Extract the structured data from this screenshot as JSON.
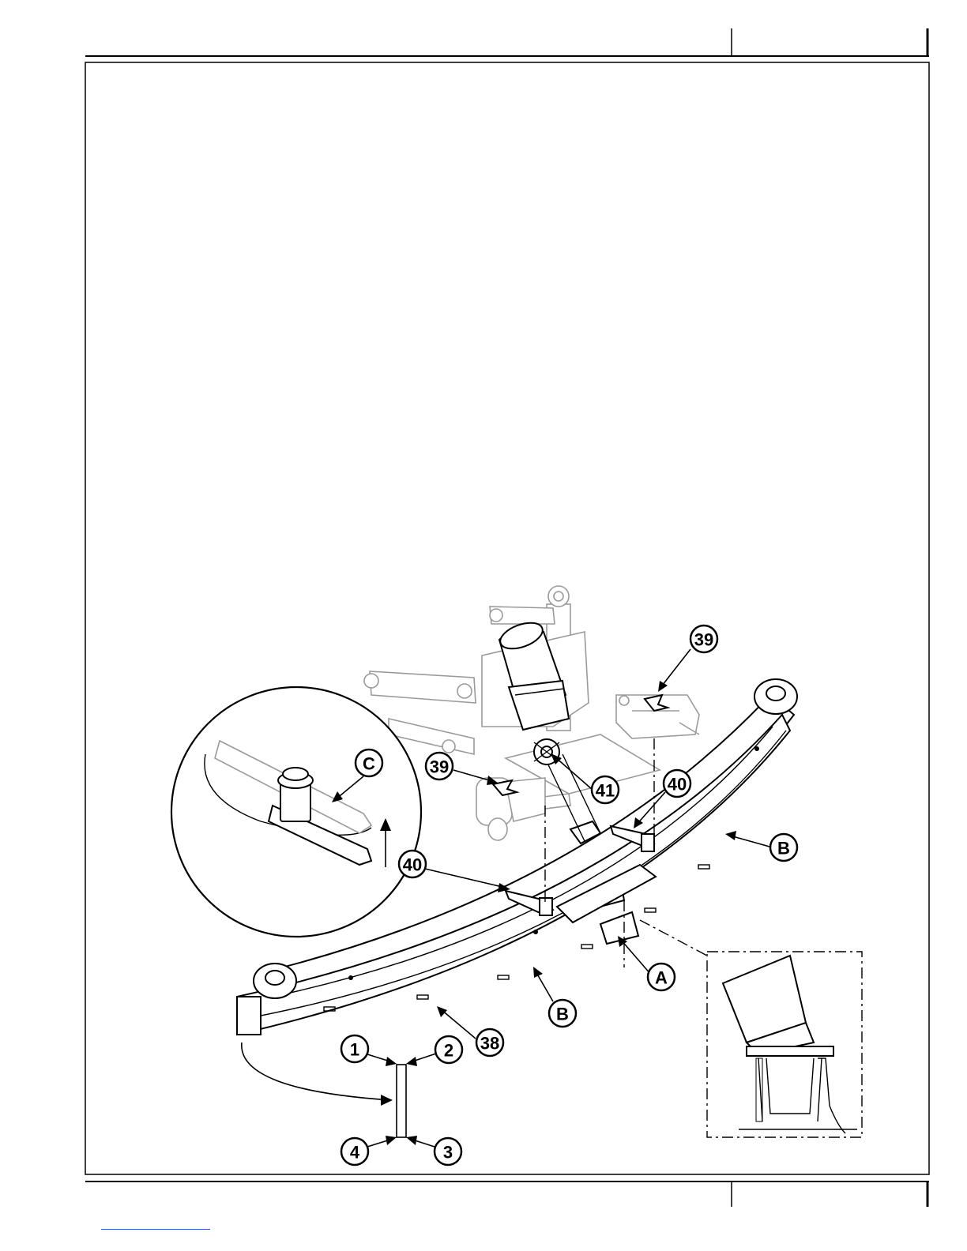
{
  "diagram": {
    "callouts": {
      "c39_top": "39",
      "c39_left": "39",
      "c40_right": "40",
      "c40_left": "40",
      "c41": "41",
      "cB_right": "B",
      "cB_bottom": "B",
      "cA": "A",
      "cC": "C",
      "c38": "38",
      "c1": "1",
      "c2": "2",
      "c3": "3",
      "c4": "4"
    }
  },
  "colors": {
    "ink": "#000000",
    "ghost_part": "#9a9a9a",
    "link_underline": "#3355cc"
  }
}
